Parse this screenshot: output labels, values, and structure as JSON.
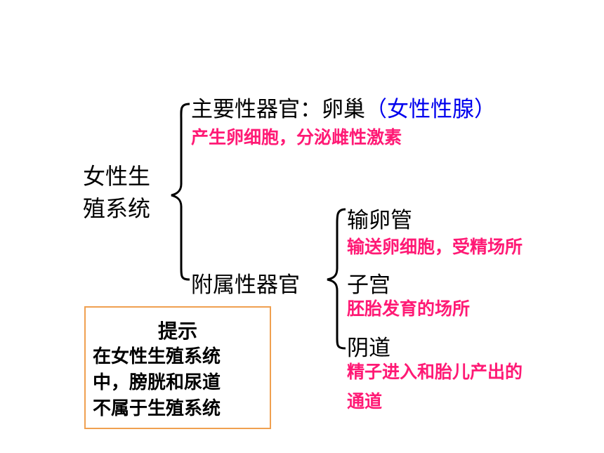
{
  "root": {
    "line1": "女性生",
    "line2": "殖系统"
  },
  "primary": {
    "label": "主要性器官：卵巢",
    "note": "（女性性腺）",
    "function": "产生卵细胞，分泌雌性激素"
  },
  "accessory": {
    "label": "附属性器官",
    "items": [
      {
        "name": "输卵管",
        "function": "输送卵细胞，受精场所"
      },
      {
        "name": "子宫",
        "function": "胚胎发育的场所"
      },
      {
        "name": "阴道",
        "function_line1": "精子进入和胎儿产出的",
        "function_line2": "通道"
      }
    ]
  },
  "tip": {
    "title": "提示",
    "lines": [
      "在女性生殖系统",
      "中，膀胱和尿道",
      "不属于生殖系统"
    ]
  },
  "colors": {
    "function_text": "#ff1a75",
    "note_text": "#0000ee",
    "tip_border": "#f0a050"
  }
}
